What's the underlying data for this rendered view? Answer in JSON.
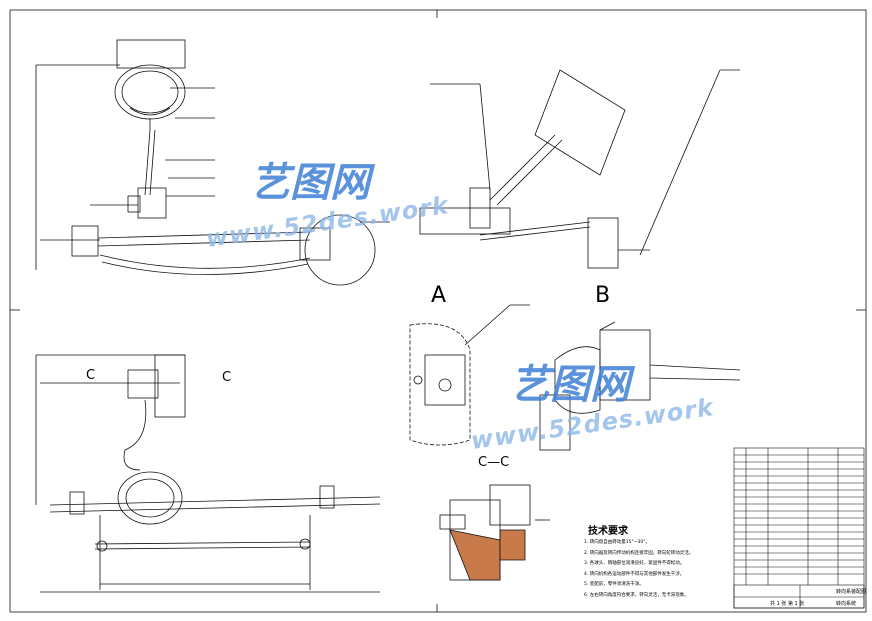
{
  "views": {
    "detail_a_label": "A",
    "detail_b_label": "B",
    "section_cc_label": "C—C",
    "section_mark_left": "C",
    "section_mark_right": "C"
  },
  "technical_requirements": {
    "title": "技术要求",
    "items": [
      "1. 转向盘自由转动量15°~30°。",
      "2. 转向器及转向传动机构连接牢固，转向轮转动灵活。",
      "3. 各球头、销轴部位润滑良好，紧固件不得松动。",
      "4. 转向机构各运动部件不得与其他部件发生干涉。",
      "5. 装配前，零件须清洗干净。",
      "6. 左右转向角度符合要求，转向灵活，无卡滞现象。"
    ]
  },
  "title_block": {
    "drawing_name": "转向系装配图",
    "subtitle": "转向系统",
    "scale_note": "共 1 张 第 1 张"
  },
  "watermark": {
    "brand_cn": "艺图网",
    "url": "www.52des.work"
  },
  "colors": {
    "line": "#111111",
    "watermark_blue": "#3f7fd6",
    "watermark_light": "#8fb8e8"
  }
}
